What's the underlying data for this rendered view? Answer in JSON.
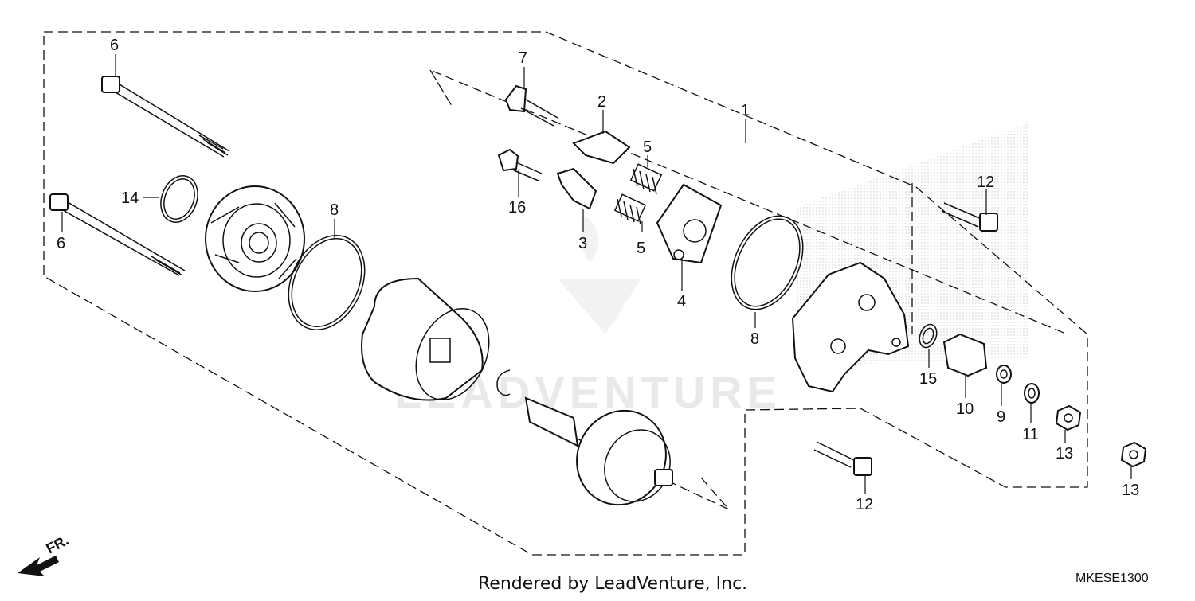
{
  "diagram": {
    "callouts": [
      "6",
      "6",
      "14",
      "8",
      "7",
      "2",
      "5",
      "16",
      "3",
      "5",
      "4",
      "1",
      "8",
      "12",
      "15",
      "10",
      "9",
      "11",
      "13",
      "12",
      "13"
    ],
    "footer": "Rendered by LeadVenture, Inc.",
    "code": "MKESE1300",
    "fr_label": "FR.",
    "watermark": "LEADVENTURE"
  }
}
